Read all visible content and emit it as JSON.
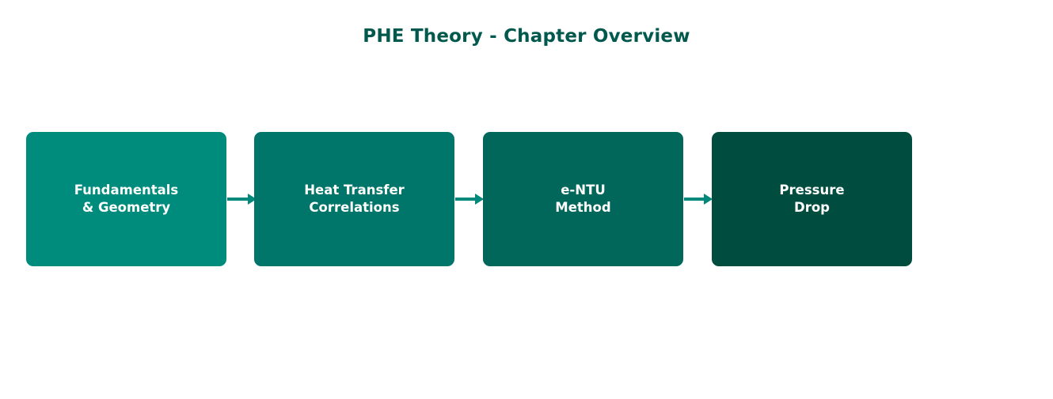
{
  "title": "PHE Theory - Chapter Overview",
  "colors": {
    "title": "#00594C",
    "arrow": "#00897B",
    "node_text": "#FFFFFF",
    "nodes": [
      "#008C7D",
      "#00756A",
      "#00675A",
      "#004D40"
    ]
  },
  "nodes": [
    {
      "id": "fundamentals-geometry",
      "line1": "Fundamentals",
      "line2": "& Geometry"
    },
    {
      "id": "heat-transfer-correlations",
      "line1": "Heat Transfer",
      "line2": "Correlations"
    },
    {
      "id": "e-ntu-method",
      "line1": "e-NTU",
      "line2": "Method"
    },
    {
      "id": "pressure-drop",
      "line1": "Pressure",
      "line2": "Drop"
    }
  ]
}
